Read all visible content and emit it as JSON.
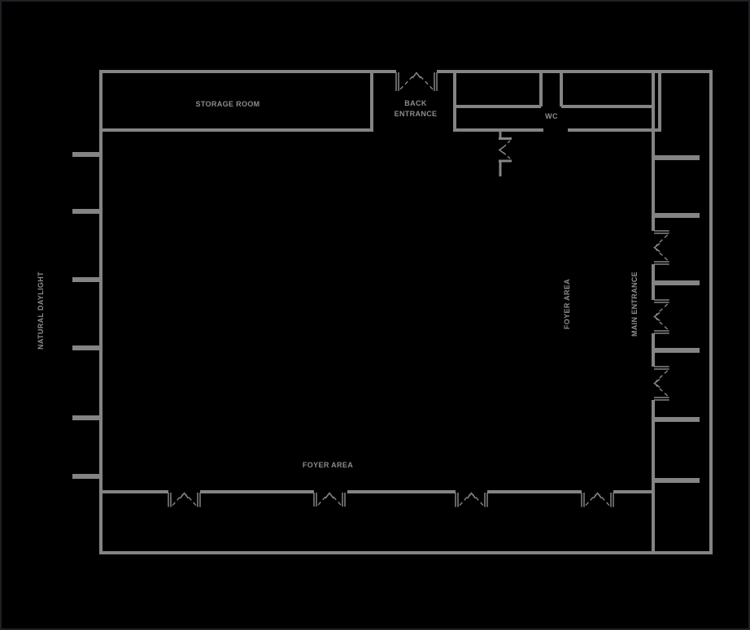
{
  "floor_plan": {
    "labels": {
      "storage_room": "STORAGE ROOM",
      "back_entrance_line1": "BACK",
      "back_entrance_line2": "ENTRANCE",
      "wc": "WC",
      "natural_daylight": "NATURAL DAYLIGHT",
      "foyer_area_right": "FOYER AREA",
      "main_entrance": "MAIN ENTRANCE",
      "foyer_area_bottom": "FOYER AREA"
    },
    "colors": {
      "background": "#000000",
      "walls": "#848484",
      "labels": "#8d8d8d",
      "frame": "#1f1f26"
    },
    "features": {
      "main_entrance_double_doors": 3,
      "bottom_foyer_double_doors": 4,
      "back_entrance_double_doors": 1,
      "wc_swing_door": 1,
      "left_facade_window_ticks": 6,
      "right_facade_window_stubs": 6
    }
  }
}
